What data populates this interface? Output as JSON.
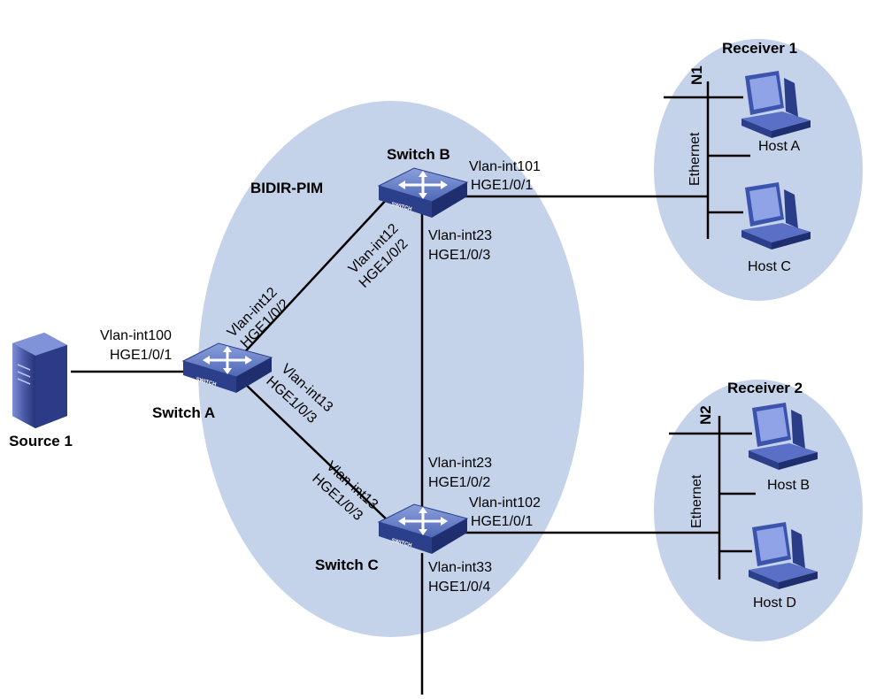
{
  "regions": {
    "pim_domain": "BIDIR-PIM",
    "receiver1": "Receiver 1",
    "receiver2": "Receiver 2"
  },
  "source": {
    "label": "Source 1"
  },
  "switches": {
    "a": {
      "label": "Switch A",
      "icon_text": "SWITCH"
    },
    "b": {
      "label": "Switch B",
      "icon_text": "SWITCH"
    },
    "c": {
      "label": "Switch C",
      "icon_text": "SWITCH"
    }
  },
  "networks": {
    "n1": {
      "label": "N1",
      "medium": "Ethernet"
    },
    "n2": {
      "label": "N2",
      "medium": "Ethernet"
    }
  },
  "hosts": {
    "a": "Host A",
    "b": "Host B",
    "c": "Host C",
    "d": "Host D"
  },
  "interfaces": {
    "a_src_vlan": "Vlan-int100",
    "a_src_port": "HGE1/0/1",
    "a_b_vlan": "Vlan-int12",
    "a_b_port": "HGE1/0/2",
    "a_c_vlan": "Vlan-int13",
    "a_c_port": "HGE1/0/3",
    "b_a_vlan": "Vlan-int12",
    "b_a_port": "HGE1/0/2",
    "b_n1_vlan": "Vlan-int101",
    "b_n1_port": "HGE1/0/1",
    "b_c_vlan": "Vlan-int23",
    "b_c_port": "HGE1/0/3",
    "c_b_vlan": "Vlan-int23",
    "c_b_port": "HGE1/0/2",
    "c_n2_vlan": "Vlan-int102",
    "c_n2_port": "HGE1/0/1",
    "c_a_vlan": "Vlan-int13",
    "c_a_port": "HGE1/0/3",
    "c_down_vlan": "Vlan-int33",
    "c_down_port": "HGE1/0/4"
  },
  "colors": {
    "region_fill": "#c5d3ea",
    "switch_top": "#6b84c9",
    "switch_side": "#2c3f8a",
    "host_blue": "#4a62b8",
    "server_blue": "#4b5aa8",
    "line": "#000000"
  }
}
